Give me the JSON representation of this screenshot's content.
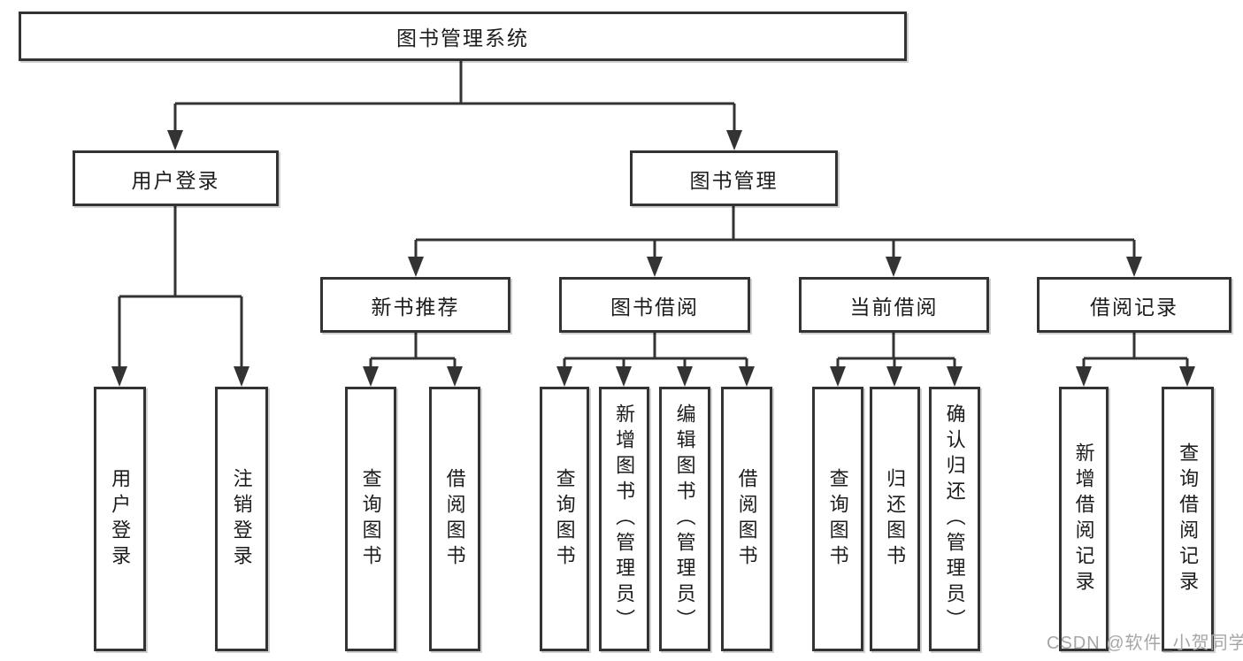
{
  "tree": {
    "root": {
      "label": "图书管理系统"
    },
    "children": [
      {
        "label": "用户登录",
        "children": [
          {
            "label": "用户登录"
          },
          {
            "label": "注销登录"
          }
        ]
      },
      {
        "label": "图书管理",
        "children": [
          {
            "label": "新书推荐",
            "children": [
              {
                "label": "查询图书"
              },
              {
                "label": "借阅图书"
              }
            ]
          },
          {
            "label": "图书借阅",
            "children": [
              {
                "label": "查询图书"
              },
              {
                "label": "新增图书（管理员）"
              },
              {
                "label": "编辑图书（管理员）"
              },
              {
                "label": "借阅图书"
              }
            ]
          },
          {
            "label": "当前借阅",
            "children": [
              {
                "label": "查询图书"
              },
              {
                "label": "归还图书"
              },
              {
                "label": "确认归还（管理员）"
              }
            ]
          },
          {
            "label": "借阅记录",
            "children": [
              {
                "label": "新增借阅记录"
              },
              {
                "label": "查询借阅记录"
              }
            ]
          }
        ]
      }
    ]
  },
  "watermark": "CSDN @软件_小贺同学",
  "colors": {
    "line": "#333333",
    "box_border": "#333333",
    "text": "#1c1c1c",
    "background": "#ffffff",
    "watermark": "#a6a6a6"
  }
}
